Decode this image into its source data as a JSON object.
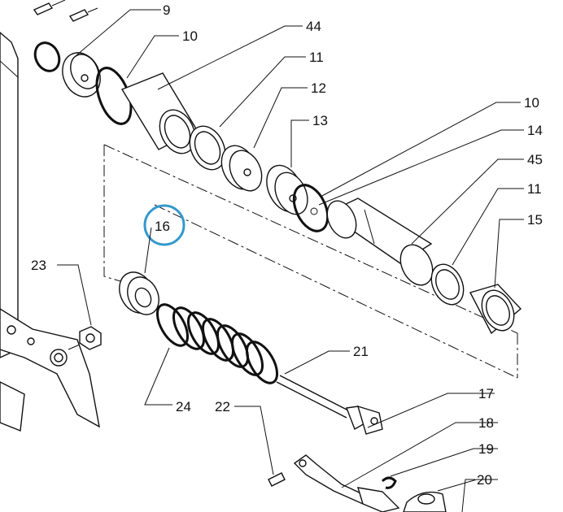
{
  "diagram": {
    "highlight_color": "#3399cc",
    "highlighted_part": "16",
    "callouts": [
      {
        "id": "c9",
        "text": "9"
      },
      {
        "id": "c10a",
        "text": "10"
      },
      {
        "id": "c44",
        "text": "44"
      },
      {
        "id": "c11a",
        "text": "11"
      },
      {
        "id": "c12",
        "text": "12"
      },
      {
        "id": "c13",
        "text": "13"
      },
      {
        "id": "c10b",
        "text": "10"
      },
      {
        "id": "c14",
        "text": "14"
      },
      {
        "id": "c45",
        "text": "45"
      },
      {
        "id": "c11b",
        "text": "11"
      },
      {
        "id": "c15",
        "text": "15"
      },
      {
        "id": "c16",
        "text": "16"
      },
      {
        "id": "c23",
        "text": "23"
      },
      {
        "id": "c21",
        "text": "21"
      },
      {
        "id": "c24",
        "text": "24"
      },
      {
        "id": "c22",
        "text": "22"
      },
      {
        "id": "c17",
        "text": "17"
      },
      {
        "id": "c18",
        "text": "18"
      },
      {
        "id": "c19",
        "text": "19"
      },
      {
        "id": "c20",
        "text": "20"
      }
    ]
  }
}
